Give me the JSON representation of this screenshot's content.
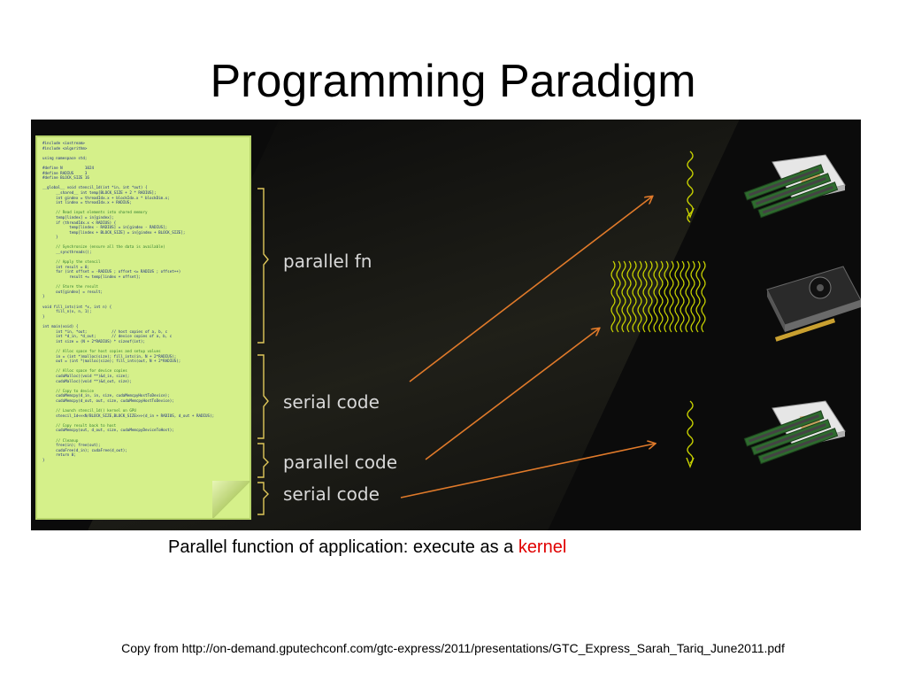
{
  "slide": {
    "title": "Programming Paradigm",
    "caption_prefix": "Parallel function of application: execute as a ",
    "caption_keyword": "kernel",
    "copy_note": "Copy from http://on-demand.gputechconf.com/gtc-express/2011/presentations/GTC_Express_Sarah_Tariq_June2011.pdf"
  },
  "diagram": {
    "labels": {
      "parallel_fn": "parallel fn",
      "serial_code_1": "serial code",
      "parallel_code": "parallel code",
      "serial_code_2": "serial code"
    },
    "colors": {
      "arrow": "#e07a2a",
      "thread": "#c8d200",
      "bracket": "#e0c85a",
      "paper": "#d5f08a"
    },
    "icons": [
      "cpu-memory-icon",
      "gpu-card-icon",
      "cpu-memory-icon"
    ]
  },
  "code": {
    "lines": [
      "#include <iostream>",
      "#include <algorithm>",
      "",
      "using namespace std;",
      "",
      "#define N          1024",
      "#define RADIUS     3",
      "#define BLOCK_SIZE 16",
      "",
      "__global__ void stencil_1d(int *in, int *out) {",
      "      __shared__ int temp[BLOCK_SIZE + 2 * RADIUS];",
      "      int gindex = threadIdx.x + blockIdx.x * blockDim.x;",
      "      int lindex = threadIdx.x + RADIUS;",
      "",
      "      // Read input elements into shared memory",
      "      temp[lindex] = in[gindex];",
      "      if (threadIdx.x < RADIUS) {",
      "            temp[lindex - RADIUS] = in[gindex - RADIUS];",
      "            temp[lindex + BLOCK_SIZE] = in[gindex + BLOCK_SIZE];",
      "      }",
      "",
      "      // Synchronize (ensure all the data is available)",
      "      __syncthreads();",
      "",
      "      // Apply the stencil",
      "      int result = 0;",
      "      for (int offset = -RADIUS ; offset <= RADIUS ; offset++)",
      "            result += temp[lindex + offset];",
      "",
      "      // Store the result",
      "      out[gindex] = result;",
      "}",
      "",
      "void fill_ints(int *x, int n) {",
      "      fill_n(x, n, 1);",
      "}",
      "",
      "int main(void) {",
      "      int *in, *out;           // host copies of a, b, c",
      "      int *d_in, *d_out;       // device copies of a, b, c",
      "      int size = (N + 2*RADIUS) * sizeof(int);",
      "",
      "      // Alloc space for host copies and setup values",
      "      in = (int *)malloc(size); fill_ints(in, N + 2*RADIUS);",
      "      out = (int *)malloc(size); fill_ints(out, N + 2*RADIUS);",
      "",
      "      // Alloc space for device copies",
      "      cudaMalloc((void **)&d_in, size);",
      "      cudaMalloc((void **)&d_out, size);",
      "",
      "      // Copy to device",
      "      cudaMemcpy(d_in, in, size, cudaMemcpyHostToDevice);",
      "      cudaMemcpy(d_out, out, size, cudaMemcpyHostToDevice);",
      "",
      "      // Launch stencil_1d() kernel on GPU",
      "      stencil_1d<<<N/BLOCK_SIZE,BLOCK_SIZE>>>(d_in + RADIUS, d_out + RADIUS);",
      "",
      "      // Copy result back to host",
      "      cudaMemcpy(out, d_out, size, cudaMemcpyDeviceToHost);",
      "",
      "      // Cleanup",
      "      free(in); free(out);",
      "      cudaFree(d_in); cudaFree(d_out);",
      "      return 0;",
      "}"
    ]
  }
}
